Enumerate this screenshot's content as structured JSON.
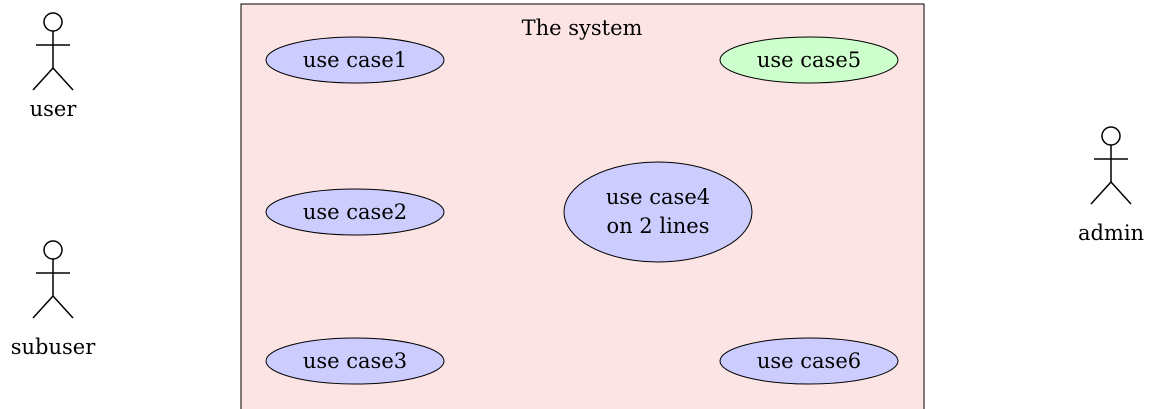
{
  "system": {
    "title": "The system",
    "fill_color": "#fde4e4",
    "border_color": "#000000"
  },
  "actors": [
    {
      "label": "user",
      "icon": "stick-figure-icon"
    },
    {
      "label": "subuser",
      "icon": "stick-figure-icon"
    },
    {
      "label": "admin",
      "icon": "stick-figure-icon"
    }
  ],
  "use_cases": [
    {
      "lines": [
        "use case1"
      ],
      "fill_color": "#ccccff"
    },
    {
      "lines": [
        "use case2"
      ],
      "fill_color": "#ccccff"
    },
    {
      "lines": [
        "use case3"
      ],
      "fill_color": "#ccccff"
    },
    {
      "lines": [
        "use case4",
        "on 2 lines"
      ],
      "fill_color": "#ccccff"
    },
    {
      "lines": [
        "use case5"
      ],
      "fill_color": "#ccffcc"
    },
    {
      "lines": [
        "use case6"
      ],
      "fill_color": "#ccccff"
    }
  ]
}
